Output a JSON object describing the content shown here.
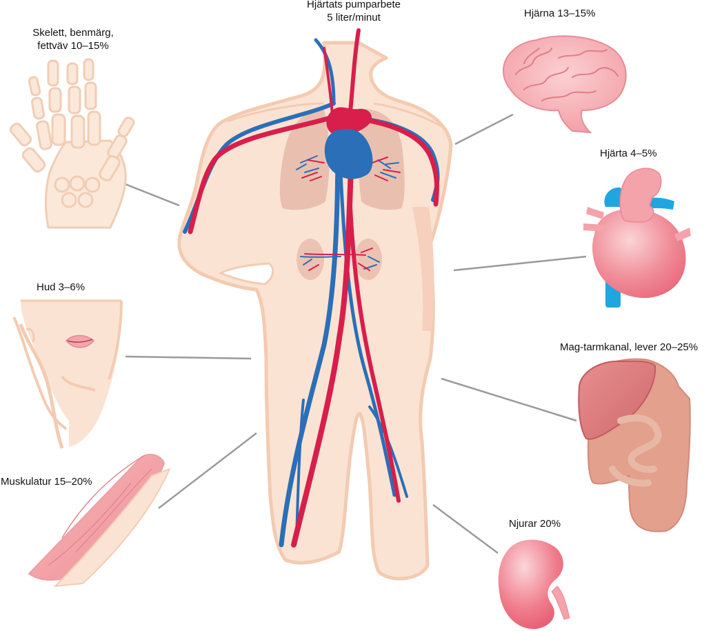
{
  "diagram": {
    "title_line1": "Hjärtats pumparbete",
    "title_line2": "5 liter/minut",
    "labels": {
      "skeleton_line1": "Skelett, benmärg,",
      "skeleton_line2": "fettväv 10–15%",
      "skin": "Hud 3–6%",
      "muscle": "Muskulatur 15–20%",
      "brain": "Hjärna 13–15%",
      "heart": "Hjärta 4–5%",
      "gut": "Mag-tarmkanal, lever 20–25%",
      "kidney": "Njurar 20%"
    },
    "colors": {
      "artery": "#d81e4a",
      "vein": "#2a6fb8",
      "skin": "#fbe3d3",
      "skin_outline": "#f3cbb2",
      "organ_pink": "#f07a8c",
      "organ_light": "#f7b3b9",
      "connector": "#9a9a9a"
    }
  }
}
